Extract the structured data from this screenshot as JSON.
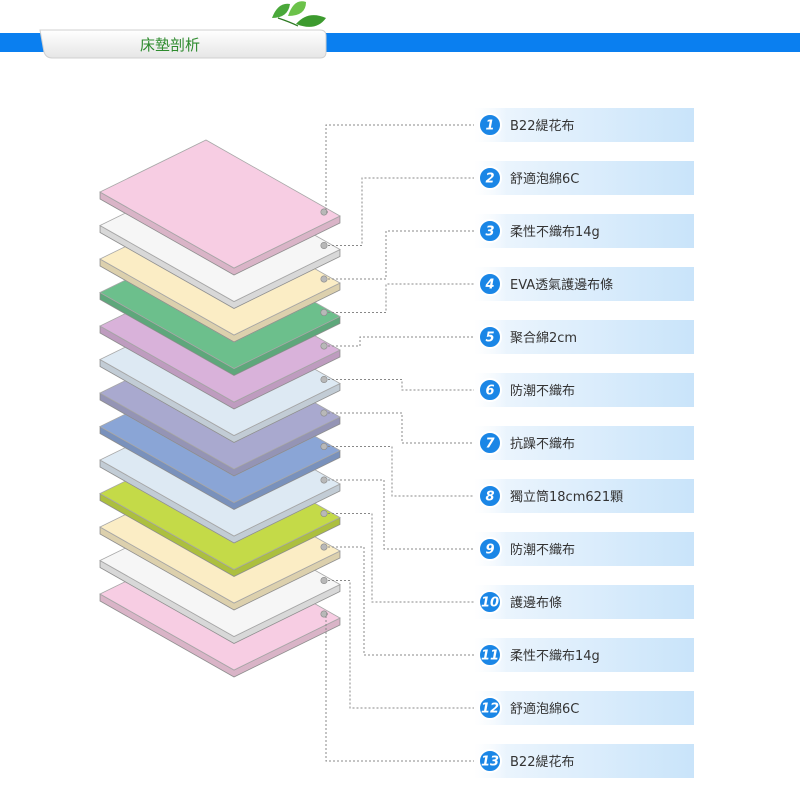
{
  "header": {
    "title": "床墊剖析",
    "bar_color": "#0a7ff0",
    "title_color": "#2e8b2e",
    "icon": "leaf-icon"
  },
  "layers": [
    {
      "number": "1",
      "label": "B22緹花布",
      "color": "#f7cde3"
    },
    {
      "number": "2",
      "label": "舒適泡綿6C",
      "color": "#f6f6f6"
    },
    {
      "number": "3",
      "label": "柔性不織布14g",
      "color": "#fbedc5"
    },
    {
      "number": "4",
      "label": "EVA透氣護邊布條",
      "color": "#6cbf8c"
    },
    {
      "number": "5",
      "label": "聚合綿2cm",
      "color": "#d9b2da"
    },
    {
      "number": "6",
      "label": "防潮不織布",
      "color": "#dde9f3"
    },
    {
      "number": "7",
      "label": "抗躁不織布",
      "color": "#a9a9cf"
    },
    {
      "number": "8",
      "label": "獨立筒18cm621顆",
      "color": "#8aa5d6"
    },
    {
      "number": "9",
      "label": "防潮不織布",
      "color": "#dde9f3"
    },
    {
      "number": "10",
      "label": "護邊布條",
      "color": "#c4da48"
    },
    {
      "number": "11",
      "label": "柔性不織布14g",
      "color": "#fbedc5"
    },
    {
      "number": "12",
      "label": "舒適泡綿6C",
      "color": "#f6f6f6"
    },
    {
      "number": "13",
      "label": "B22緹花布",
      "color": "#f7cde3"
    }
  ],
  "colors": {
    "badge": "#1a86e6",
    "item_bg_light": "#f3f9fe",
    "item_bg_dark": "#c9e4fa",
    "leader": "#888888"
  }
}
